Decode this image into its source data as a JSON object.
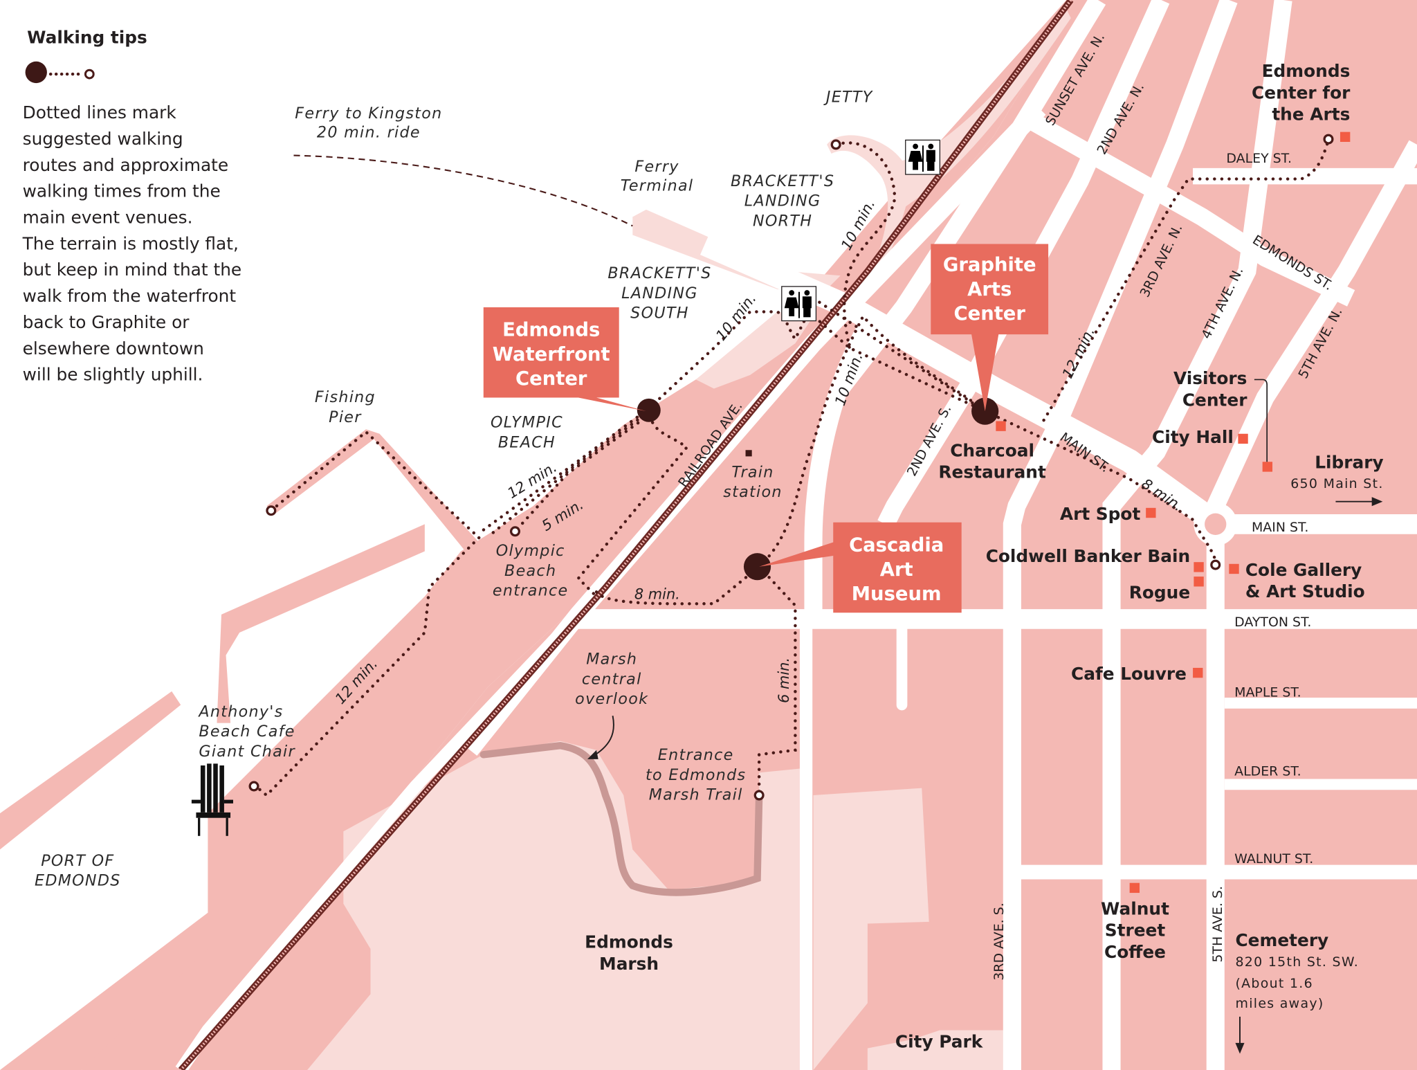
{
  "legend": {
    "title": "Walking tips",
    "lines": [
      "Dotted lines mark",
      "suggested walking",
      "routes and approximate",
      "walking times from the",
      "main event venues.",
      "The terrain is mostly flat,",
      "but keep in mind that the",
      "walk from the waterfront",
      "back to Graphite or",
      "elsewhere downtown",
      "will be slightly uphill."
    ]
  },
  "colors": {
    "land": "#f4b9b4",
    "land_light": "#f9dcd9",
    "venue": "#e86c5e",
    "poi": "#f25c44",
    "route": "#4a1a18",
    "trail": "#c99895",
    "text": "#231f20"
  },
  "venues": [
    {
      "id": "waterfront",
      "lines": [
        "Edmonds",
        "Waterfront",
        "Center"
      ]
    },
    {
      "id": "graphite",
      "lines": [
        "Graphite",
        "Arts",
        "Center"
      ]
    },
    {
      "id": "cascadia",
      "lines": [
        "Cascadia",
        "Art",
        "Museum"
      ]
    }
  ],
  "ferry": {
    "lines": [
      "Ferry to Kingston",
      "20 min. ride"
    ]
  },
  "water_labels": {
    "ferry_terminal": [
      "Ferry",
      "Terminal"
    ],
    "jetty": "JETTY",
    "brackett_north": [
      "BRACKETT'S",
      "LANDING",
      "NORTH"
    ],
    "brackett_south": [
      "BRACKETT'S",
      "LANDING",
      "SOUTH"
    ],
    "fishing_pier": [
      "Fishing",
      "Pier"
    ],
    "olympic_beach": [
      "OLYMPIC",
      "BEACH"
    ],
    "olympic_entrance": [
      "Olympic",
      "Beach",
      "entrance"
    ],
    "anthonys": [
      "Anthony's",
      "Beach Cafe",
      "Giant Chair"
    ],
    "port": [
      "PORT OF",
      "EDMONDS"
    ],
    "train_station": [
      "Train",
      "station"
    ],
    "marsh_overlook": [
      "Marsh",
      "central",
      "overlook"
    ],
    "marsh_entrance": [
      "Entrance",
      "to Edmonds",
      "Marsh Trail"
    ]
  },
  "streets": {
    "sunset": "SUNSET AVE. N.",
    "second_n": "2ND AVE. N.",
    "third_n": "3RD AVE. N.",
    "fourth_n": "4TH AVE. N.",
    "fifth_n": "5TH AVE. N.",
    "daley": "DALEY ST.",
    "edmonds": "EDMONDS ST.",
    "main_diag": "MAIN ST.",
    "main": "MAIN ST.",
    "dayton": "DAYTON ST.",
    "maple": "MAPLE ST.",
    "alder": "ALDER ST.",
    "walnut": "WALNUT ST.",
    "railroad": "RAILROAD AVE.",
    "second_s": "2ND AVE. S.",
    "third_s": "3RD AVE. S.",
    "fifth_s": "5TH AVE. S."
  },
  "places": {
    "ecfa": [
      "Edmonds",
      "Center for",
      "the Arts"
    ],
    "visitors": [
      "Visitors",
      "Center"
    ],
    "city_hall": "City Hall",
    "library": "Library",
    "library_addr": "650 Main St.",
    "charcoal": [
      "Charcoal",
      "Restaurant"
    ],
    "art_spot": "Art Spot",
    "coldwell": "Coldwell Banker Bain",
    "rogue": "Rogue",
    "cole": [
      "Cole Gallery",
      "& Art Studio"
    ],
    "cafe_louvre": "Cafe Louvre",
    "walnut_coffee": [
      "Walnut",
      "Street",
      "Coffee"
    ],
    "cemetery": "Cemetery",
    "cemetery_addr": [
      "820 15th St. SW.",
      "(About 1.6",
      "miles away)"
    ],
    "edmonds_marsh": [
      "Edmonds",
      "Marsh"
    ],
    "city_park": "City Park"
  },
  "times": {
    "jetty": "10 min.",
    "brackett_s": "10 min.",
    "train_to_graphite": "10 min.",
    "third_n": "12 min.",
    "main_st": "8 min.",
    "olympic_12": "12 min.",
    "olympic_5": "5 min.",
    "cascadia_8": "8 min.",
    "anthonys": "12 min.",
    "marsh": "6 min."
  },
  "icons": {
    "restroom": "restroom-icon",
    "chair": "adirondack-chair-icon"
  }
}
